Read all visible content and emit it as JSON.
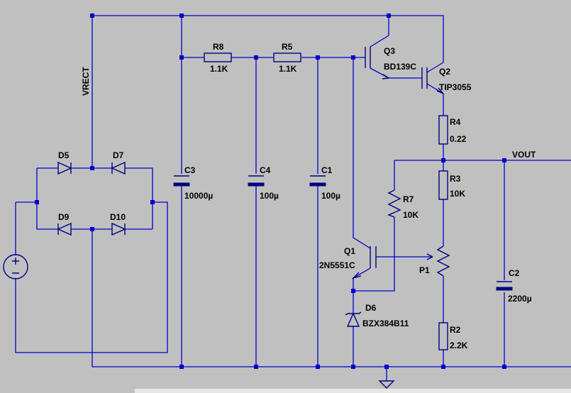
{
  "components": {
    "net_vrect": "VRECT",
    "net_vout": "VOUT",
    "d5": "D5",
    "d7": "D7",
    "d9": "D9",
    "d10": "D10",
    "r8": {
      "ref": "R8",
      "value": "1.1K"
    },
    "r5": {
      "ref": "R5",
      "value": "1.1K"
    },
    "c3": {
      "ref": "C3",
      "value": "10000µ"
    },
    "c4": {
      "ref": "C4",
      "value": "100µ"
    },
    "c1": {
      "ref": "C1",
      "value": "100µ"
    },
    "q3": {
      "ref": "Q3",
      "value": "BD139C"
    },
    "q2": {
      "ref": "Q2",
      "value": "TIP3055"
    },
    "r4": {
      "ref": "R4",
      "value": "0.22"
    },
    "r3": {
      "ref": "R3",
      "value": "10K"
    },
    "r7": {
      "ref": "R7",
      "value": "10K"
    },
    "q1": {
      "ref": "Q1",
      "value": "2N5551C"
    },
    "p1": {
      "ref": "P1"
    },
    "d6": {
      "ref": "D6",
      "value": "BZX384B11"
    },
    "c2": {
      "ref": "C2",
      "value": "2200µ"
    },
    "r2": {
      "ref": "R2",
      "value": "2.2K"
    }
  }
}
